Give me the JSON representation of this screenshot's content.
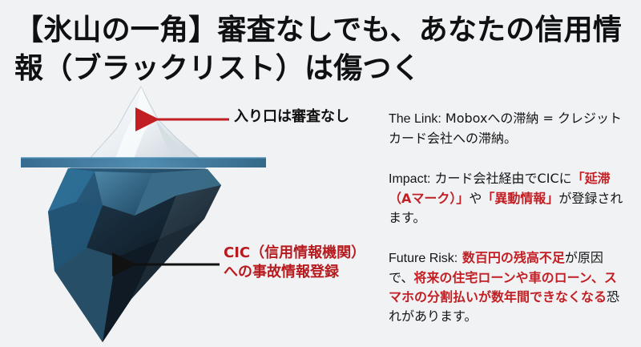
{
  "title": "【氷山の一角】審査なしでも、あなたの信用情報（ブラックリスト）は傷つく",
  "labels": {
    "top": "入り口は審査なし",
    "cic": "CIC（信用情報機関）への事故情報登録"
  },
  "info": {
    "link": {
      "prefix": "The Link:",
      "text": " Moboxへの滞納 = クレジットカード会社への滞納。"
    },
    "impact": {
      "prefix": "Impact:",
      "text1": " カード会社経由でCICに",
      "red1": "「延滞（Aマーク）」",
      "text2": "や",
      "red2": "「異動情報」",
      "text3": "が登録されます。"
    },
    "future": {
      "prefix": "Future Risk:",
      "red1": " 数百円の残高不足",
      "text1": "が原因で、",
      "red2": "将来の住宅ローンや車のローン、スマホの分割払いが数年間できなくなる",
      "text2": "恐れがあります。"
    }
  },
  "colors": {
    "background": "#f1f2f4",
    "accent_red": "#c21f24",
    "water_line": "#2b6d93"
  }
}
